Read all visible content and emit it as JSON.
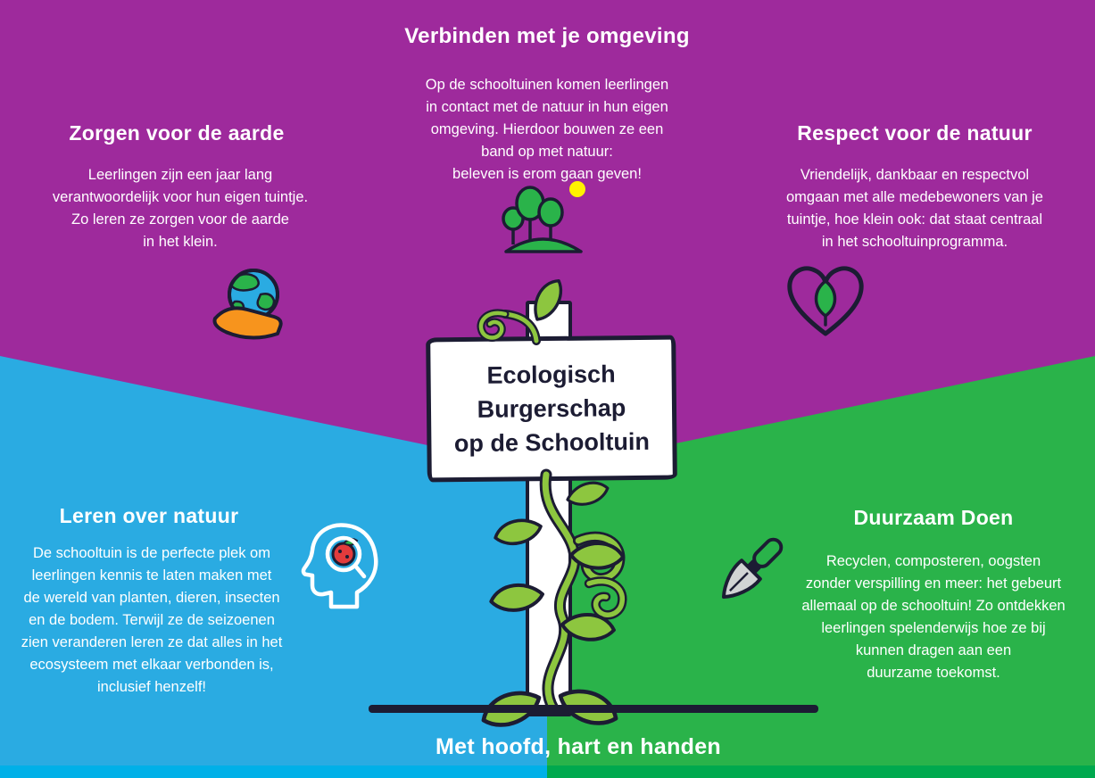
{
  "palette": {
    "purple": "#9e2a9c",
    "blue": "#2aabe2",
    "green": "#2ab34a",
    "dark": "#1c1c33",
    "vine_green": "#8dc63f",
    "sun_yellow": "#fff200",
    "hand_orange": "#f7941d",
    "blade_gray": "#d1d3d4",
    "footer_blue": "#00b0e8",
    "footer_green": "#00a94e",
    "text": "#ffffff"
  },
  "sections": {
    "connect": {
      "title": "Verbinden met je omgeving",
      "body": "Op de schooltuinen komen leerlingen\nin contact met de natuur in hun eigen\nomgeving. Hierdoor bouwen ze een\nband op met natuur:\nbeleven is erom gaan geven!",
      "icon": "trees-with-sun-icon"
    },
    "care": {
      "title": "Zorgen voor de aarde",
      "body": "Leerlingen zijn een jaar lang\nverantwoordelijk voor hun eigen tuintje.\nZo leren ze zorgen voor de aarde\nin het klein.",
      "icon": "earth-in-hand-icon"
    },
    "respect": {
      "title": "Respect voor de natuur",
      "body": "Vriendelijk, dankbaar en respectvol\nomgaan met alle medebewoners van je\ntuintje, hoe klein ook: dat staat centraal\nin het schooltuinprogramma.",
      "icon": "heart-with-leaf-icon"
    },
    "learn": {
      "title": "Leren over natuur",
      "body": "De schooltuin is de perfecte plek om\nleerlingen kennis te laten maken met\nde wereld van planten, dieren, insecten\nen de bodem. Terwijl ze de seizoenen\nzien veranderen leren ze dat alles in het\necosysteem met elkaar verbonden is,\ninclusief henzelf!",
      "icon": "head-with-magnifier-icon"
    },
    "sustain": {
      "title": "Duurzaam Doen",
      "body": "Recyclen, composteren, oogsten\nzonder verspilling en meer: het gebeurt\nallemaal op de schooltuin! Zo ontdekken\nleerlingen spelenderwijs hoe ze bij\nkunnen dragen aan een\nduurzame toekomst.",
      "icon": "garden-trowel-icon"
    }
  },
  "sign": {
    "text": "Ecologisch\nBurgerschap\nop de Schooltuin"
  },
  "footer": {
    "title": "Met hoofd, hart en handen"
  }
}
